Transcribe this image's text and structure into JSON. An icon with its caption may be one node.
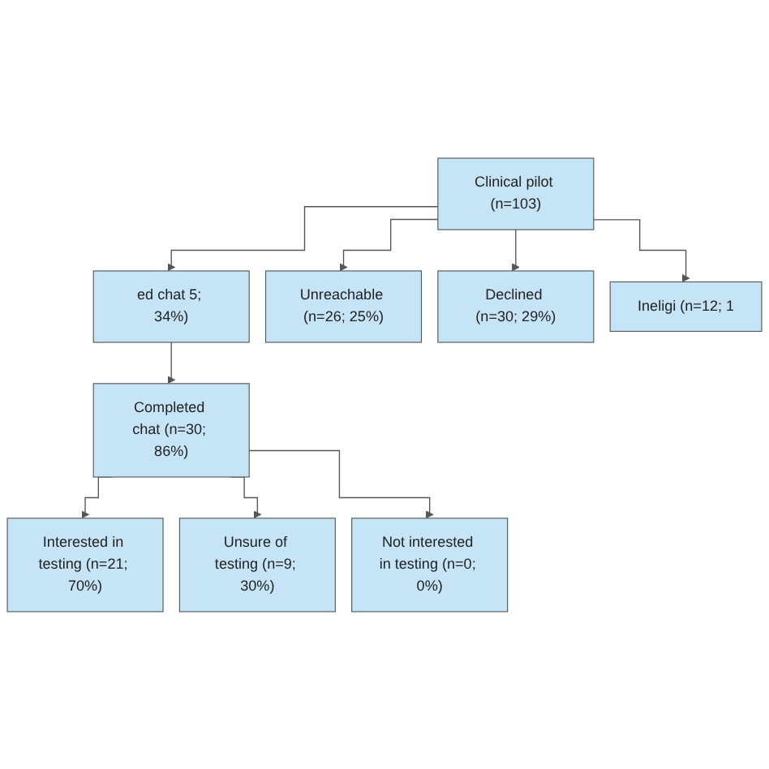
{
  "diagram": {
    "nodes": [
      {
        "text": [
          "Clinical pilot (n=103)"
        ]
      },
      {
        "text": [
          "ed chat 5; 34%)"
        ]
      },
      {
        "text": [
          "Unreachable (n=26; 25%)"
        ]
      },
      {
        "text": [
          "Declined (n=30; 29%)"
        ]
      },
      {
        "text": [
          "Ineligi (n=12; 1"
        ]
      },
      {
        "text": [
          "Completed chat (n=30; 86%)"
        ]
      },
      {
        "text": [
          "Interested in testing (n=21; 70%)"
        ]
      },
      {
        "text": [
          "Unsure of testing (n=9; 30%)"
        ]
      },
      {
        "text": [
          "Not interested in testing (n=0; 0%)"
        ]
      }
    ],
    "edges": [
      {
        "from": 0,
        "to": 1,
        "arrow": "to"
      },
      {
        "from": 0,
        "to": 2,
        "arrow": "to"
      },
      {
        "from": 0,
        "to": 3,
        "arrow": "to"
      },
      {
        "from": 0,
        "to": 4,
        "arrow": "to"
      },
      {
        "from": 1,
        "to": 5,
        "arrow": "to"
      },
      {
        "from": 5,
        "to": 6,
        "arrow": "to"
      },
      {
        "from": 5,
        "to": 7,
        "arrow": "to"
      },
      {
        "from": 5,
        "to": 8,
        "arrow": "to"
      }
    ]
  }
}
